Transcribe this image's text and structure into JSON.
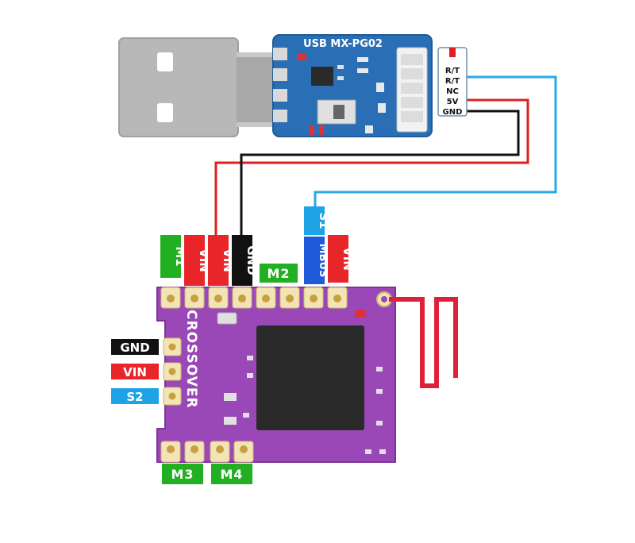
{
  "usb_module": {
    "title": "USB MX-PG02",
    "pins": [
      "R/T",
      "R/T",
      "NC",
      "5V",
      "GND"
    ]
  },
  "board": {
    "name": "CROSSOVER",
    "top_labels": [
      "M1",
      "VIN",
      "VIN",
      "GND",
      "M2",
      "MBUS",
      "VIN"
    ],
    "s1_label": "S1",
    "left_labels": [
      "GND",
      "VIN",
      "S2"
    ],
    "bottom_labels": [
      "M3",
      "M4"
    ]
  },
  "colors": {
    "green": "#22b022",
    "red": "#e8262a",
    "black": "#111111",
    "blue": "#1e5bd8",
    "sky": "#1ea3e6",
    "pcb_purple": "#9a48b8",
    "usb_blue": "#2a6fb5",
    "wire_red": "#e02020",
    "wire_black": "#111111",
    "wire_blue": "#2aa8e8"
  }
}
